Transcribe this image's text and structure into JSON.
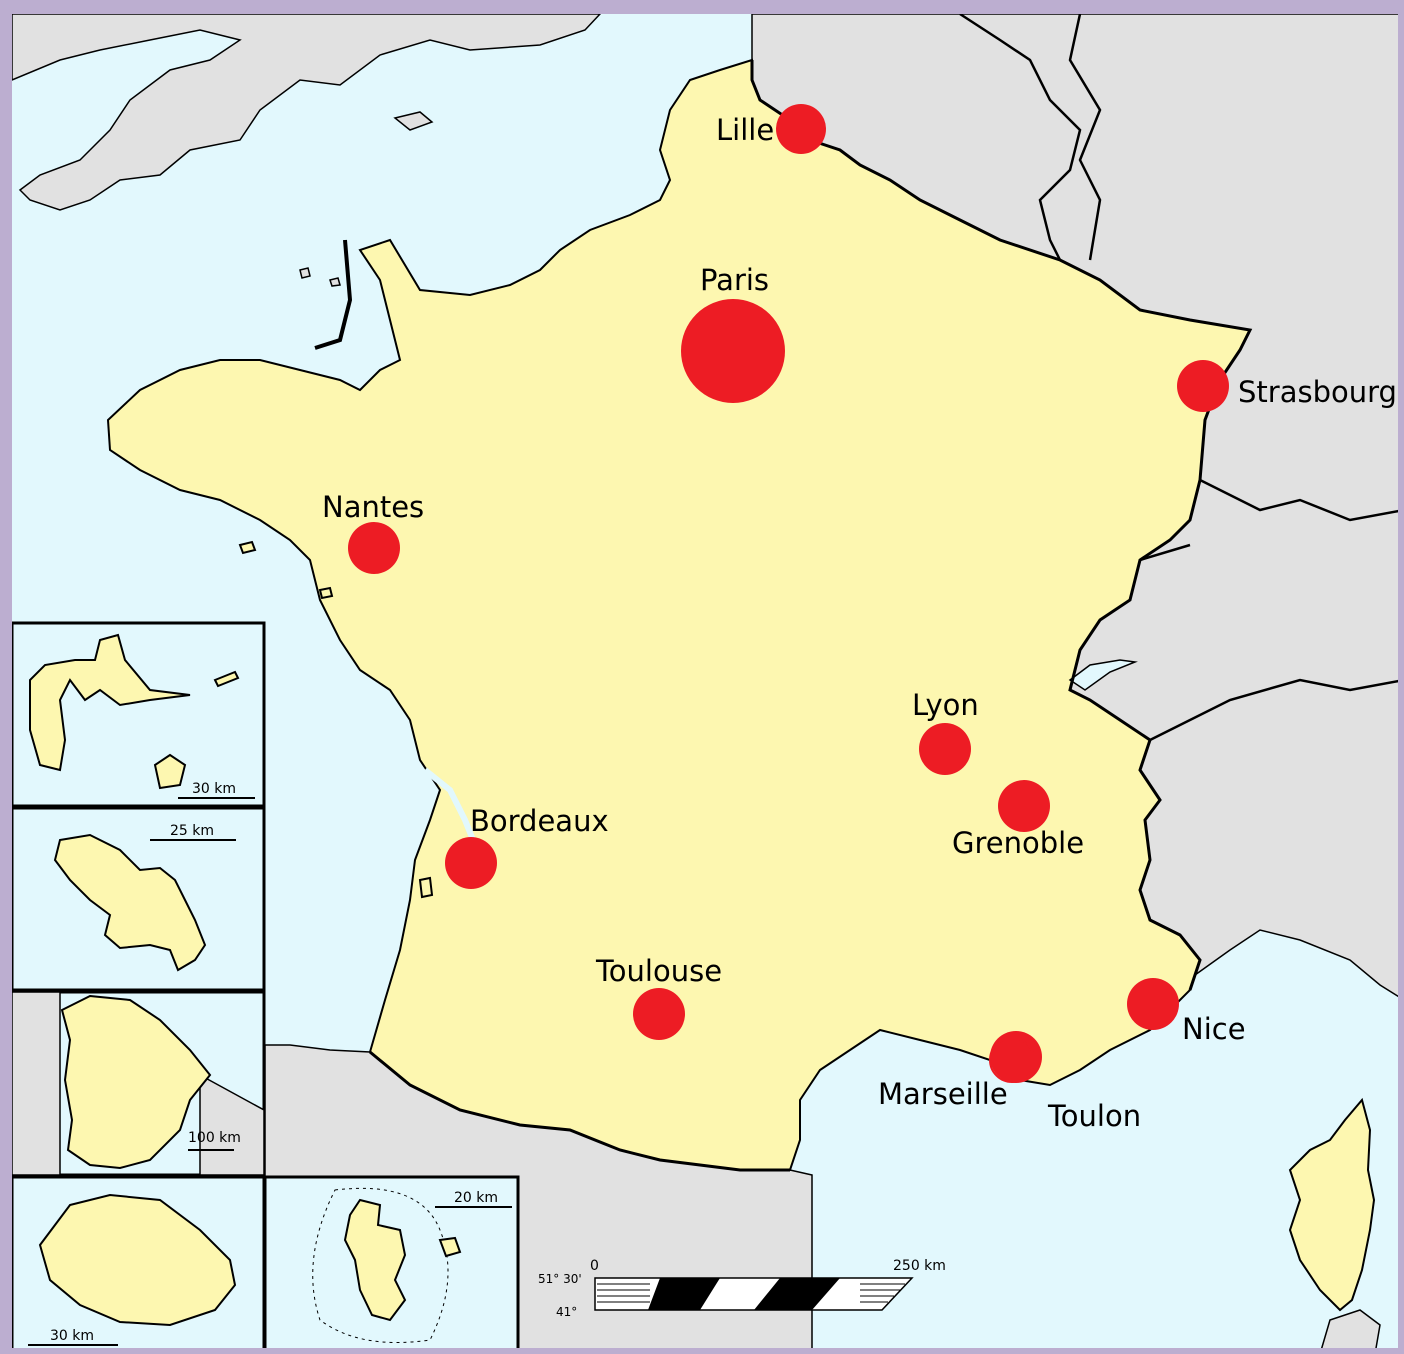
{
  "colors": {
    "sea": "#e2f8fd",
    "france": "#fdf7b0",
    "neighbours": "#e1e1e1",
    "city_marker": "#ed1c24",
    "frame": "#bcaed0"
  },
  "cities": [
    {
      "id": "paris",
      "label": "Paris"
    },
    {
      "id": "lille",
      "label": "Lille"
    },
    {
      "id": "strasbourg",
      "label": "Strasbourg"
    },
    {
      "id": "nantes",
      "label": "Nantes"
    },
    {
      "id": "lyon",
      "label": "Lyon"
    },
    {
      "id": "grenoble",
      "label": "Grenoble"
    },
    {
      "id": "bordeaux",
      "label": "Bordeaux"
    },
    {
      "id": "toulouse",
      "label": "Toulouse"
    },
    {
      "id": "nice",
      "label": "Nice"
    },
    {
      "id": "marseille",
      "label": "Marseille"
    },
    {
      "id": "toulon",
      "label": "Toulon"
    }
  ],
  "main_scale": {
    "start": "0",
    "end": "250 km",
    "lat_top": "51° 30'",
    "lat_bottom": "41°"
  },
  "insets": [
    {
      "id": "guadeloupe",
      "scale": "30 km"
    },
    {
      "id": "martinique",
      "scale": "25 km"
    },
    {
      "id": "guyane",
      "scale": "100 km"
    },
    {
      "id": "reunion",
      "scale": "30 km"
    },
    {
      "id": "mayotte",
      "scale": "20 km"
    }
  ]
}
